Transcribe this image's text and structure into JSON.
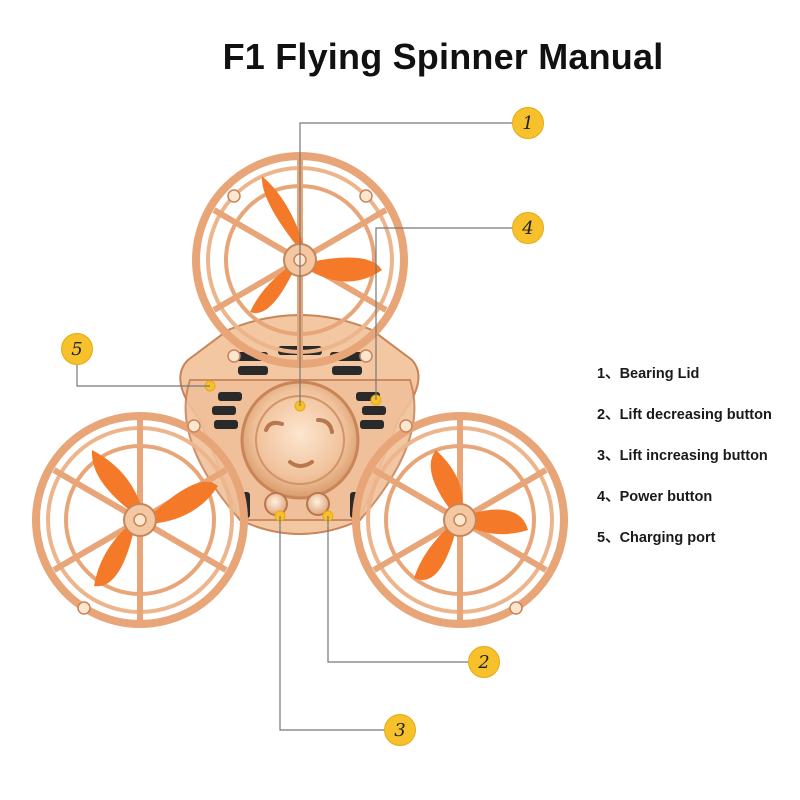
{
  "title": "F1 Flying Spinner Manual",
  "callouts": [
    "1",
    "4",
    "5",
    "2",
    "3"
  ],
  "legend": [
    {
      "num": "1、",
      "label": "Bearing Lid"
    },
    {
      "num": "2、",
      "label": "Lift decreasing button"
    },
    {
      "num": "3、",
      "label": "Lift increasing button"
    },
    {
      "num": "4、",
      "label": "Power button"
    },
    {
      "num": "5、",
      "label": "Charging port"
    }
  ],
  "colors": {
    "body": "#f2c7a2",
    "frame": "#e7a578",
    "frame_dark": "#c98458",
    "propeller": "#f47a2a",
    "callout": "#f6c12a",
    "vent": "#2a2a2a"
  }
}
